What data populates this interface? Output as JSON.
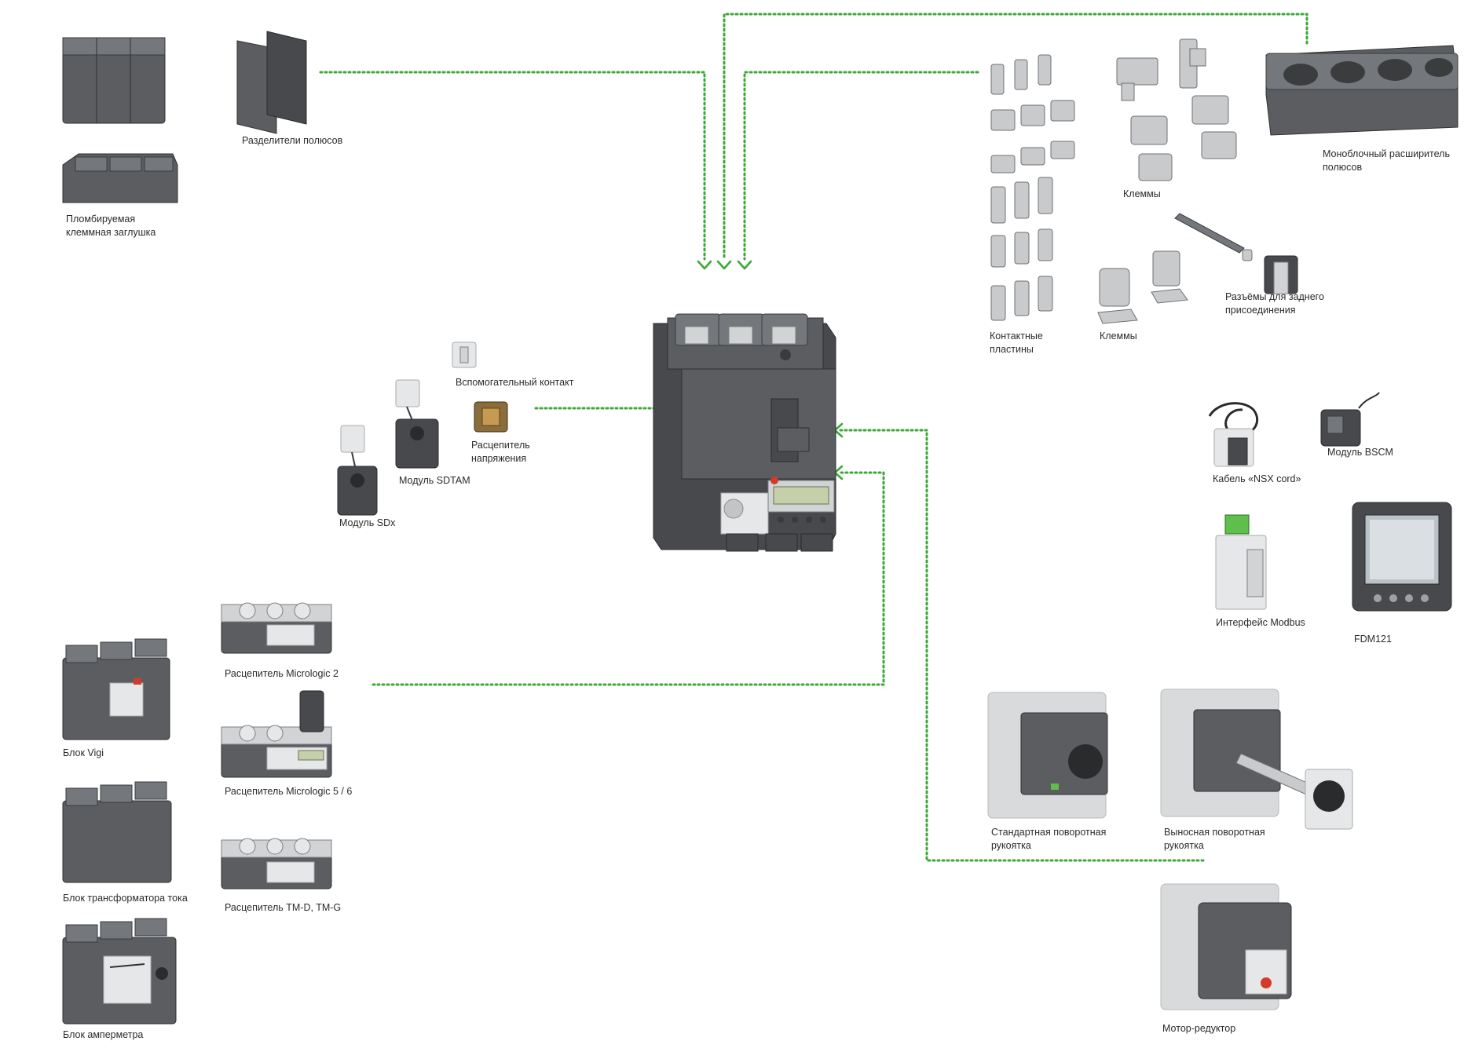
{
  "labels": {
    "pole_separators": "Разделители полюсов",
    "sealable_cover_line1": "Пломбируемая",
    "sealable_cover_line2": "клеммная заглушка",
    "monoblock_extender_line1": "Моноблочный расширитель",
    "monoblock_extender_line2": "полюсов",
    "terminals_top": "Клеммы",
    "terminals_bottom": "Клеммы",
    "rear_connectors_line1": "Разъёмы для заднего",
    "rear_connectors_line2": "присоединения",
    "contact_plates_line1": "Контактные",
    "contact_plates_line2": "пластины",
    "aux_contact": "Вспомогательный контакт",
    "voltage_release_line1": "Расцепитель",
    "voltage_release_line2": "напряжения",
    "sdtam_module": "Модуль SDTAM",
    "sdx_module": "Модуль SDx",
    "nsx_cord": "Кабель «NSX cord»",
    "bscm_module": "Модуль BSCM",
    "modbus_interface": "Интерфейс Modbus",
    "fdm121": "FDM121",
    "micrologic_2": "Расцепитель Micrologic 2",
    "micrologic_5_6": "Расцепитель Micrologic 5 / 6",
    "tmd_tmg": "Расцепитель TM-D, TM-G",
    "vigi_block": "Блок Vigi",
    "ct_block": "Блок трансформатора тока",
    "ammeter_block": "Блок амперметра",
    "std_rotary_line1": "Стандартная поворотная",
    "std_rotary_line2": "рукоятка",
    "ext_rotary_line1": "Выносная поворотная",
    "ext_rotary_line2": "рукоятка",
    "motor_mechanism": "Мотор-редуктор"
  },
  "colors": {
    "connector_green": "#3aa935",
    "device_gray": "#5b5d60",
    "label_text": "#2b2b2b"
  }
}
